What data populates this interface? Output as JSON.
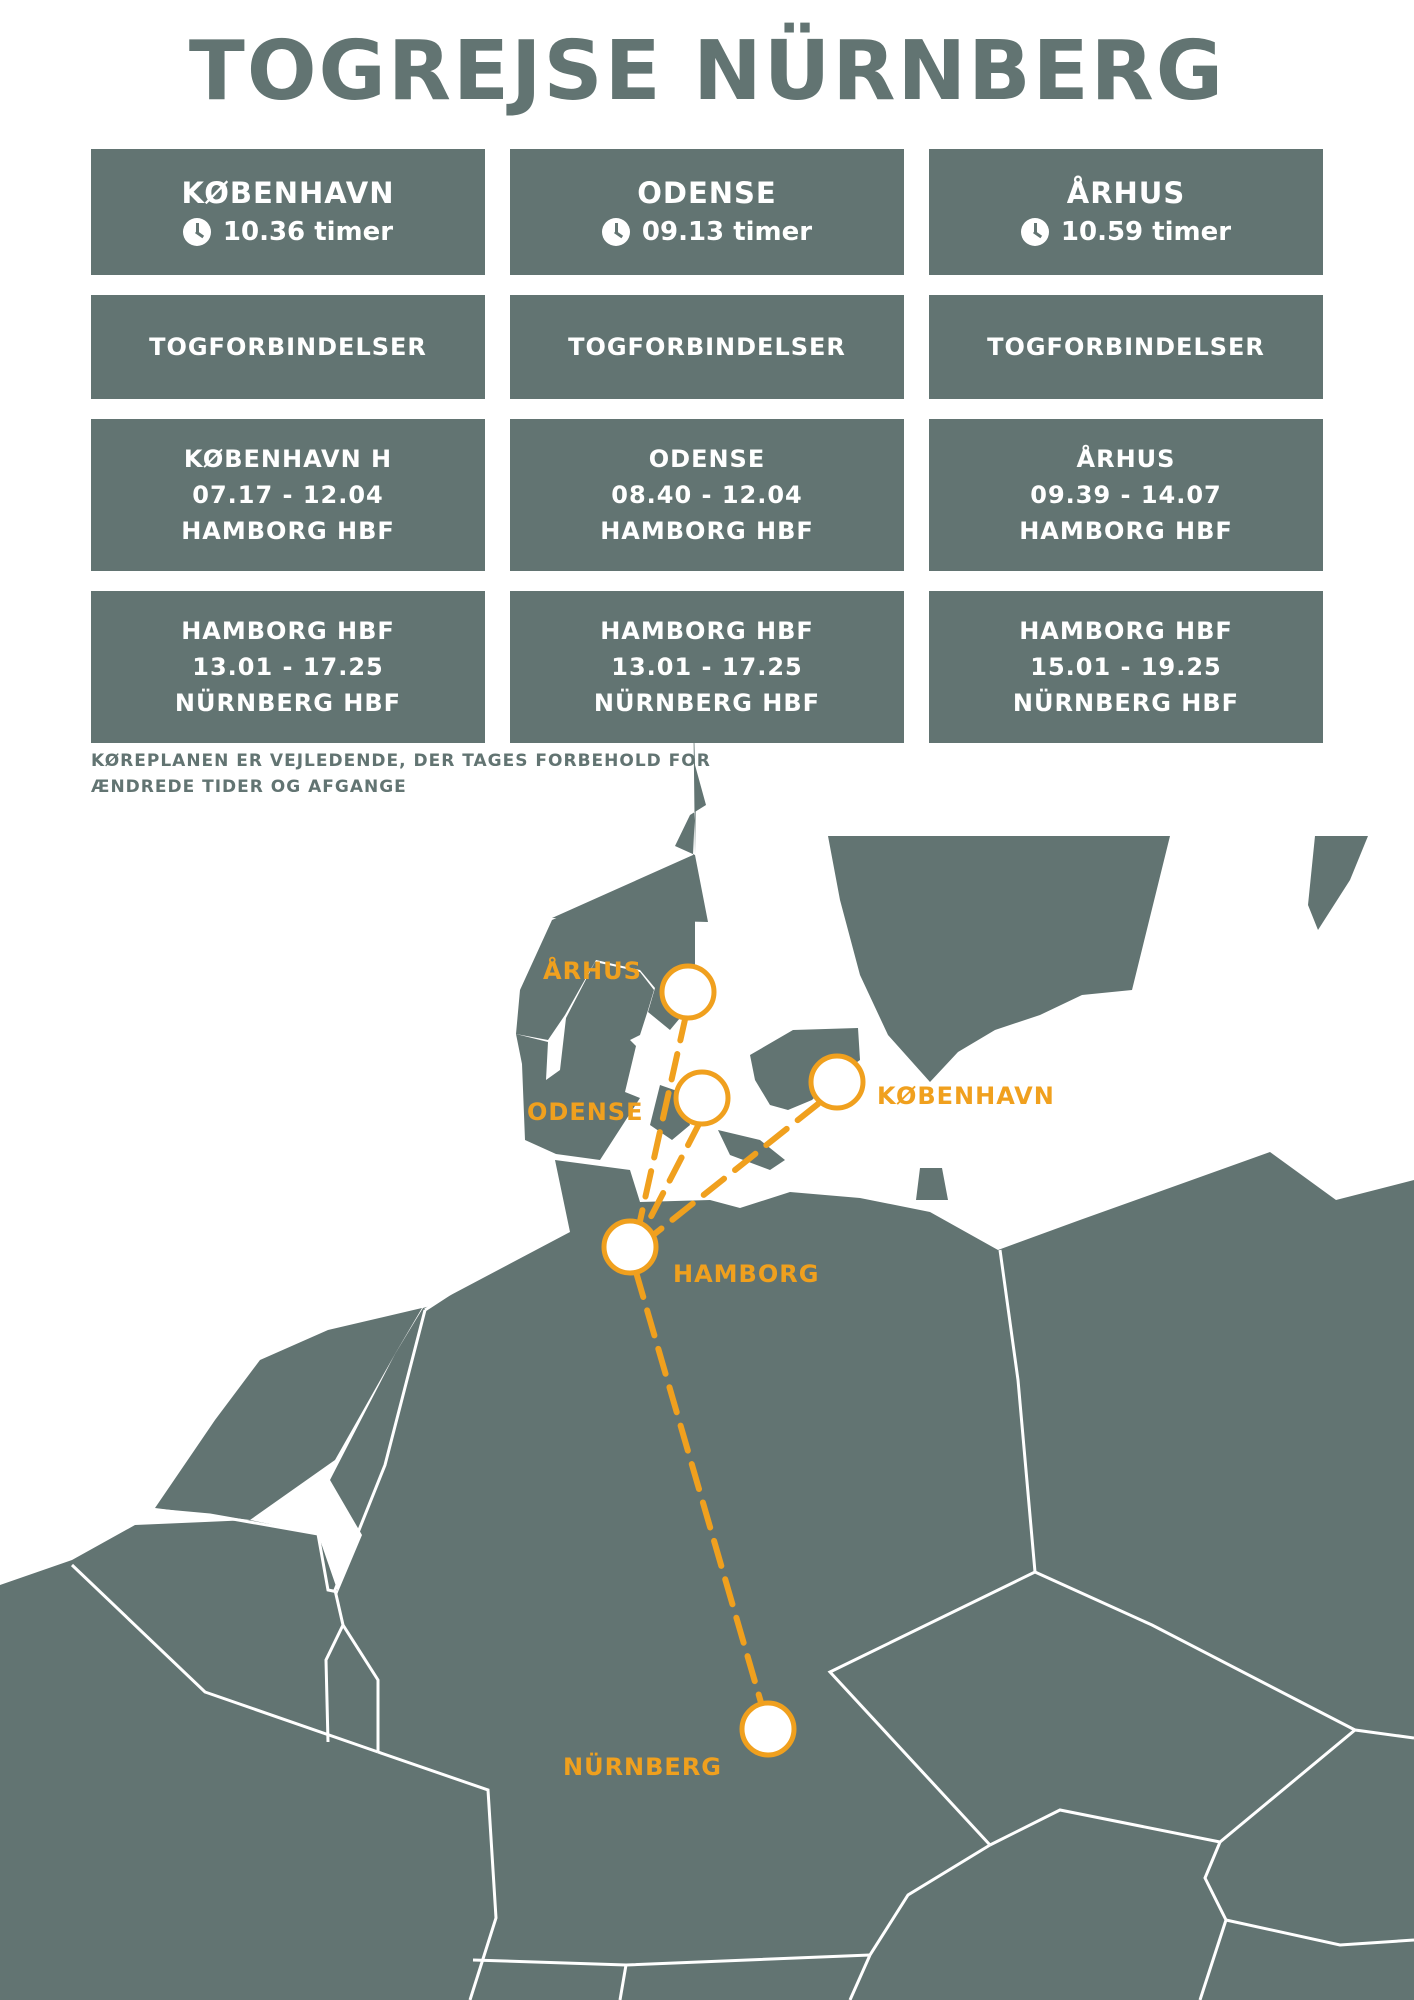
{
  "title": "TOGREJSE NÜRNBERG",
  "origins": [
    {
      "city": "KØBENHAVN",
      "duration": "10.36 timer"
    },
    {
      "city": "ODENSE",
      "duration": "09.13 timer"
    },
    {
      "city": "ÅRHUS",
      "duration": "10.59 timer"
    }
  ],
  "connections_header": "TOGFORBINDELSER",
  "legs": [
    [
      {
        "from": "KØBENHAVN H",
        "time": "07.17 - 12.04",
        "to": "HAMBORG HBF"
      },
      {
        "from": "HAMBORG HBF",
        "time": "13.01 - 17.25",
        "to": "NÜRNBERG HBF"
      }
    ],
    [
      {
        "from": "ODENSE",
        "time": "08.40 - 12.04",
        "to": "HAMBORG HBF"
      },
      {
        "from": "HAMBORG HBF",
        "time": "13.01 - 17.25",
        "to": "NÜRNBERG HBF"
      }
    ],
    [
      {
        "from": "ÅRHUS",
        "time": "09.39 - 14.07",
        "to": "HAMBORG HBF"
      },
      {
        "from": "HAMBORG HBF",
        "time": "15.01 - 19.25",
        "to": "NÜRNBERG HBF"
      }
    ]
  ],
  "note_line1": "KØREPLANEN ER VEJLEDENDE, DER TAGES FORBEHOLD FOR",
  "note_line2": "ÆNDREDE TIDER OG AFGANGE",
  "map": {
    "labels": {
      "arhus": "ÅRHUS",
      "odense": "ODENSE",
      "kobenhavn": "KØBENHAVN",
      "hamborg": "HAMBORG",
      "nurnberg": "NÜRNBERG"
    },
    "land_color": "#627472",
    "route_color": "#F0A01E",
    "border_color": "#ffffff"
  }
}
